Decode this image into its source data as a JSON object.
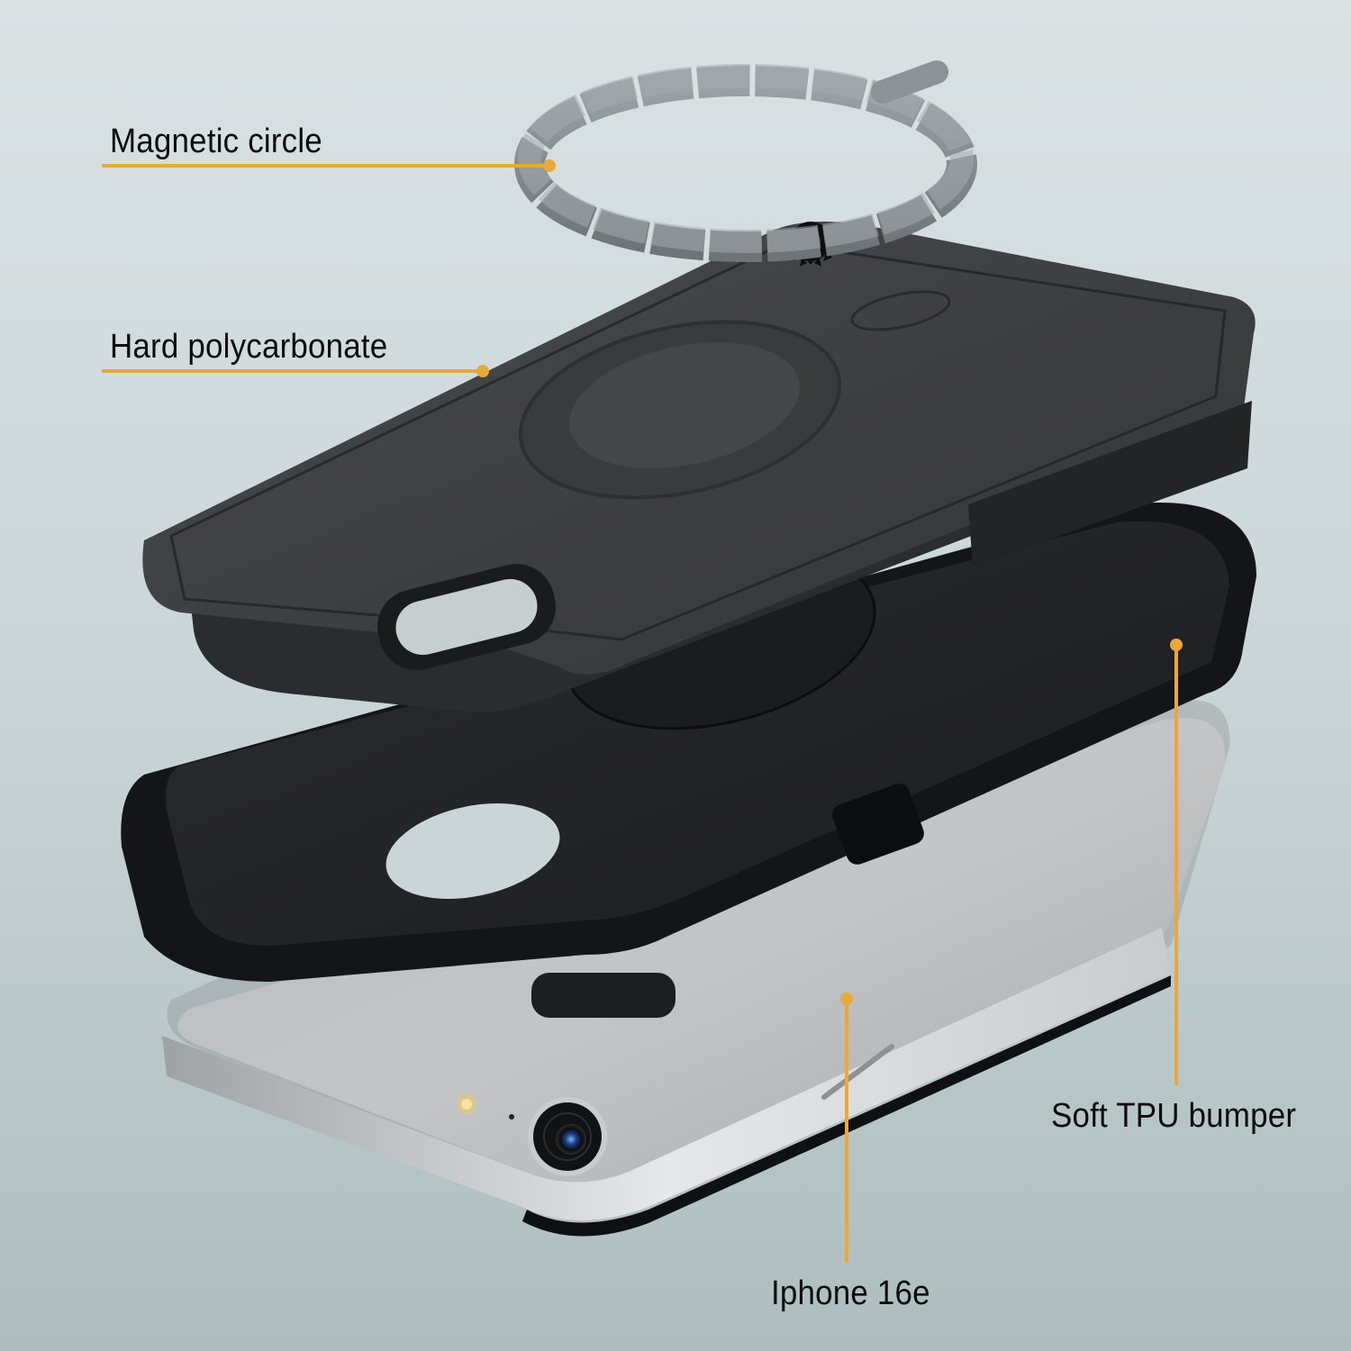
{
  "diagram": {
    "type": "exploded-product-view",
    "subject": "Phone case layers",
    "accent_color": "#e8a83a",
    "background_color": "#d3dcde",
    "callouts": [
      {
        "label": "Magnetic circle",
        "target": "magnetic-ring"
      },
      {
        "label": "Hard polycarbonate",
        "target": "hard-shell"
      },
      {
        "label": "Soft TPU bumper",
        "target": "tpu-bumper"
      },
      {
        "label": "Iphone 16e",
        "target": "phone"
      }
    ],
    "components": {
      "magnetic_ring": {
        "segments": 18,
        "color": "#8a9094"
      },
      "hard_shell": {
        "color": "#3a3b3d",
        "logo": "sun-logo-icon"
      },
      "tpu_bumper": {
        "color": "#1f2022"
      },
      "phone": {
        "color": "#bfc1c3",
        "model": "Iphone 16e"
      }
    }
  }
}
